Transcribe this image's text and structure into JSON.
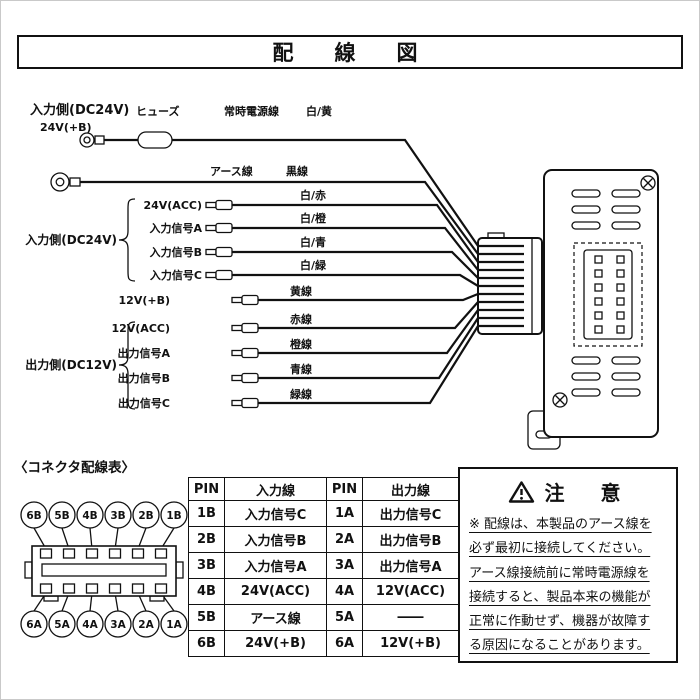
{
  "title": "配　線　図",
  "diagram": {
    "section_label": "入力側(DC24V)",
    "power_wire": {
      "label": "24V(+B)",
      "fuse": "ヒューズ",
      "name": "常時電源線",
      "color": "白/黄"
    },
    "ground_wire": {
      "name": "アース線",
      "color": "黒線"
    },
    "input_group": {
      "label": "入力側(DC24V)",
      "wires": [
        {
          "name": "24V(ACC)",
          "color": "白/赤"
        },
        {
          "name": "入力信号A",
          "color": "白/橙"
        },
        {
          "name": "入力信号B",
          "color": "白/青"
        },
        {
          "name": "入力信号C",
          "color": "白/緑"
        }
      ]
    },
    "output_power_wire": {
      "name": "12V(+B)",
      "color": "黄線"
    },
    "output_group": {
      "label": "出力側(DC12V)",
      "wires": [
        {
          "name": "12V(ACC)",
          "color": "赤線"
        },
        {
          "name": "出力信号A",
          "color": "橙線"
        },
        {
          "name": "出力信号B",
          "color": "青線"
        },
        {
          "name": "出力信号C",
          "color": "緑線"
        }
      ]
    }
  },
  "connector_chart": {
    "title": "〈コネクタ配線表〉",
    "pins_top": [
      "6B",
      "5B",
      "4B",
      "3B",
      "2B",
      "1B"
    ],
    "pins_bottom": [
      "6A",
      "5A",
      "4A",
      "3A",
      "2A",
      "1A"
    ],
    "table": {
      "headers": [
        "PIN",
        "入力線",
        "PIN",
        "出力線"
      ],
      "rows": [
        [
          "1B",
          "入力信号C",
          "1A",
          "出力信号C"
        ],
        [
          "2B",
          "入力信号B",
          "2A",
          "出力信号B"
        ],
        [
          "3B",
          "入力信号A",
          "3A",
          "出力信号A"
        ],
        [
          "4B",
          "24V(ACC)",
          "4A",
          "12V(ACC)"
        ],
        [
          "5B",
          "アース線",
          "5A",
          "――"
        ],
        [
          "6B",
          "24V(+B)",
          "6A",
          "12V(+B)"
        ]
      ]
    }
  },
  "warning": {
    "icon": "⚠",
    "title": "注　意",
    "body": "※ 配線は、本製品のアース線を\n必ず最初に接続してください。\nアース線接続前に常時電源線を\n接続すると、製品本来の機能が\n正常に作動せず、機器が故障す\nる原因になることがあります。"
  }
}
